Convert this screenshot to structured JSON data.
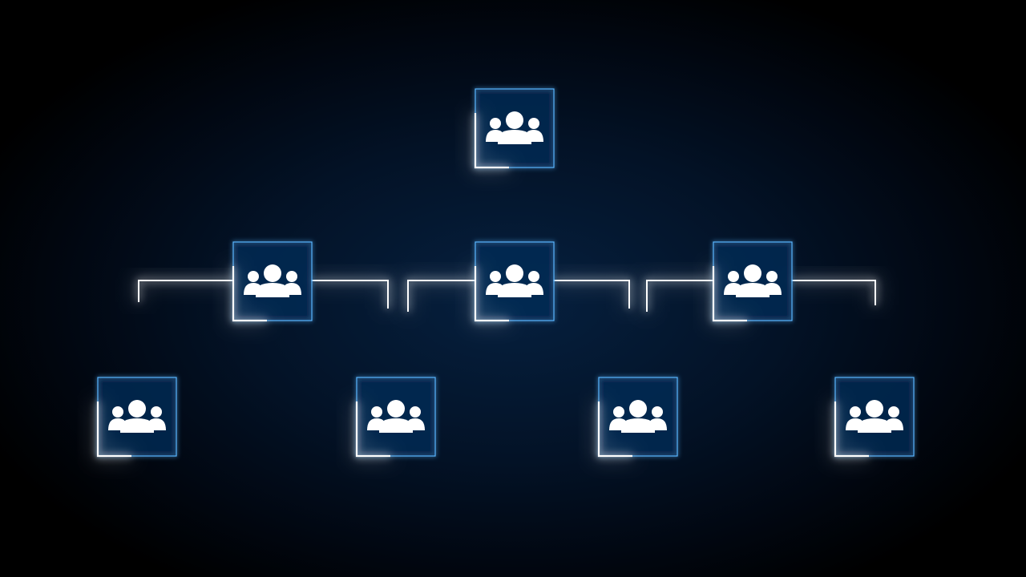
{
  "diagram": {
    "type": "org-chart",
    "colors": {
      "background": "#000000",
      "glow": "#1e8cff",
      "line": "#ffffff",
      "icon": "#ffffff"
    },
    "nodes": [
      {
        "id": "root",
        "icon": "people-group-icon",
        "level": 0
      },
      {
        "id": "left",
        "icon": "people-group-icon",
        "level": 1
      },
      {
        "id": "center",
        "icon": "people-group-icon",
        "level": 1
      },
      {
        "id": "right",
        "icon": "people-group-icon",
        "level": 1
      },
      {
        "id": "leaf-1",
        "icon": "people-group-icon",
        "level": 2
      },
      {
        "id": "leaf-2",
        "icon": "people-group-icon",
        "level": 2
      },
      {
        "id": "leaf-3",
        "icon": "people-group-icon",
        "level": 2
      },
      {
        "id": "leaf-4",
        "icon": "people-group-icon",
        "level": 2
      }
    ],
    "edges": [
      {
        "from": "root",
        "to": "left"
      },
      {
        "from": "root",
        "to": "right"
      },
      {
        "from": "left",
        "to": "leaf-1"
      },
      {
        "from": "left",
        "to": "leaf-2"
      },
      {
        "from": "center",
        "to": "leaf-2"
      },
      {
        "from": "center",
        "to": "leaf-3"
      },
      {
        "from": "right",
        "to": "leaf-3"
      },
      {
        "from": "right",
        "to": "leaf-4"
      }
    ]
  }
}
